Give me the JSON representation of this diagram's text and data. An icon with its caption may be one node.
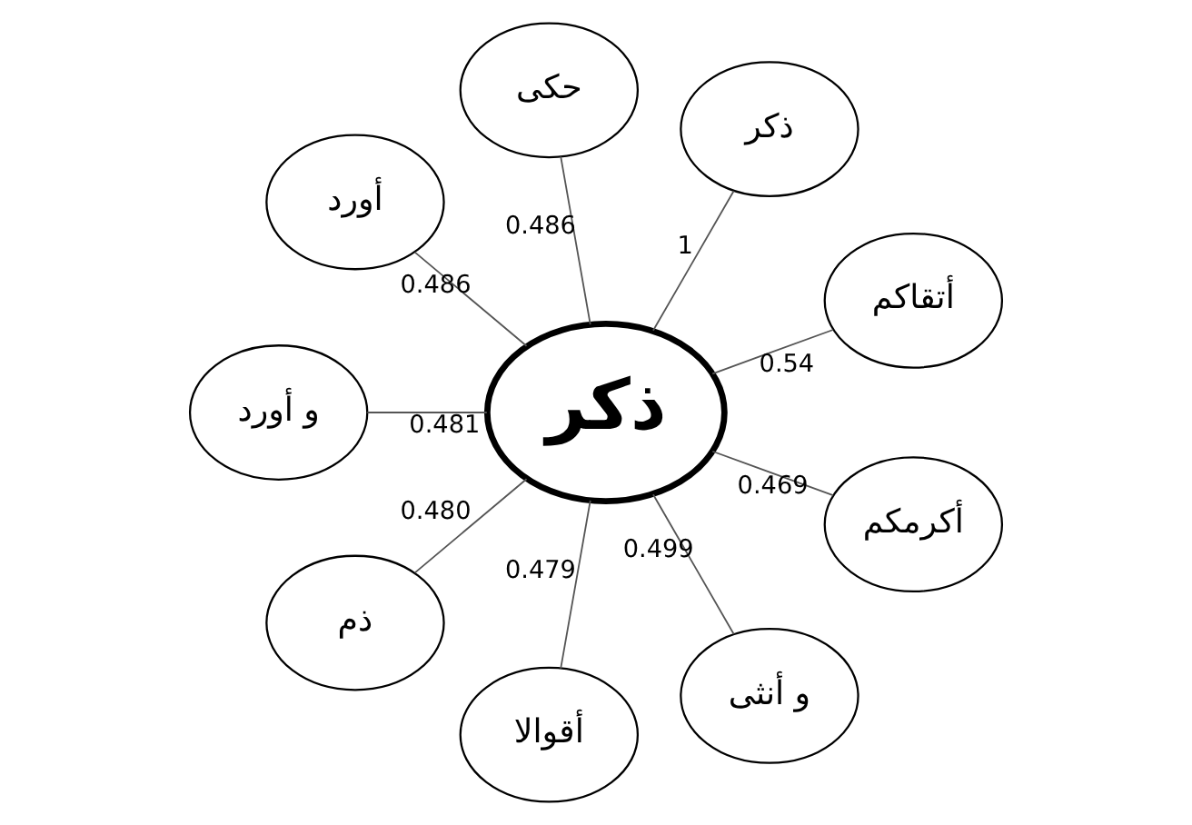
{
  "diagram": {
    "nodes": [
      {
        "text": [
          "ذكر"
        ]
      },
      {
        "text": [
          "أتقاكم"
        ]
      },
      {
        "text": [
          "ذكر"
        ]
      },
      {
        "text": [
          "حكى"
        ]
      },
      {
        "text": [
          "أورد"
        ]
      },
      {
        "text": [
          "و أورد"
        ]
      },
      {
        "text": [
          "ذم"
        ]
      },
      {
        "text": [
          "أقوالا"
        ]
      },
      {
        "text": [
          "و أنثى"
        ]
      },
      {
        "text": [
          "أكرمكم"
        ]
      }
    ],
    "edges": [
      {
        "from": 0,
        "to": 1,
        "arrow": "none",
        "label": "0.54"
      },
      {
        "from": 0,
        "to": 2,
        "arrow": "none",
        "label": "1"
      },
      {
        "from": 0,
        "to": 3,
        "arrow": "none",
        "label": "0.486"
      },
      {
        "from": 0,
        "to": 4,
        "arrow": "none",
        "label": "0.486"
      },
      {
        "from": 0,
        "to": 5,
        "arrow": "none",
        "label": "0.481"
      },
      {
        "from": 0,
        "to": 6,
        "arrow": "none",
        "label": "0.480"
      },
      {
        "from": 0,
        "to": 7,
        "arrow": "none",
        "label": "0.479"
      },
      {
        "from": 0,
        "to": 8,
        "arrow": "none",
        "label": "0.499"
      },
      {
        "from": 0,
        "to": 9,
        "arrow": "none",
        "label": "0.469"
      }
    ]
  }
}
